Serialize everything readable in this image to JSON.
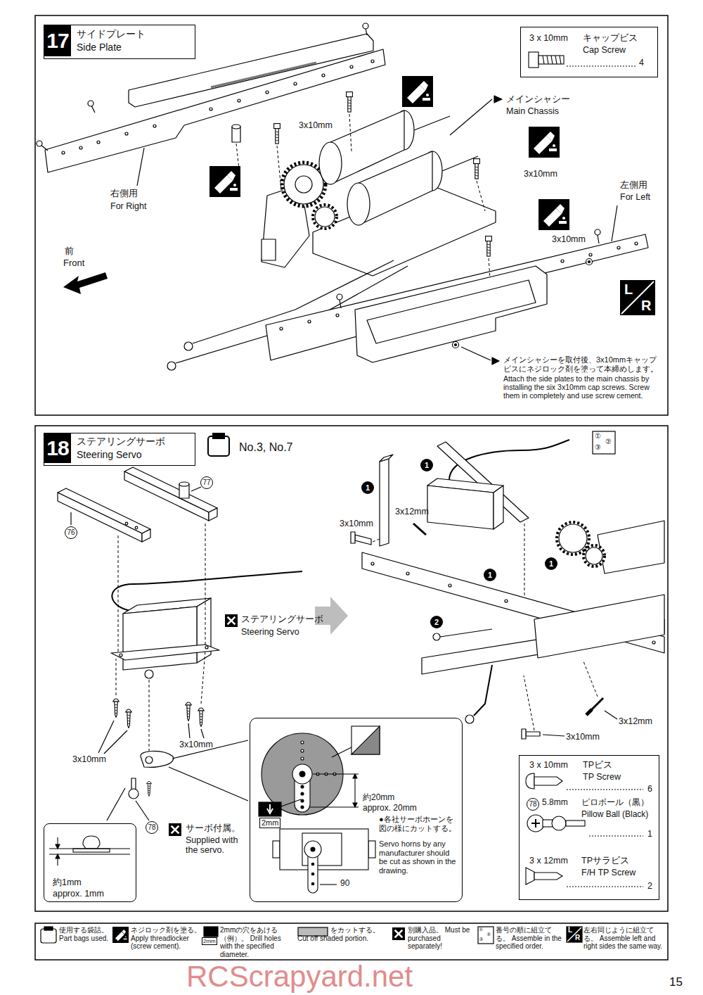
{
  "diagram": {
    "nodes": [
      {
        "text": [
          "17",
          "サイドプレート",
          "Side Plate"
        ]
      },
      {
        "text": [
          "3 x 10mm",
          "キャップビス",
          "Cap Screw",
          "4"
        ]
      },
      {
        "text": [
          "18",
          "ステアリングサーボ",
          "Steering Servo"
        ]
      },
      {
        "text": [
          "約1mm",
          "approx. 1mm"
        ]
      },
      {
        "text": [
          "約20mm",
          "approx. 20mm",
          "2mm",
          "90",
          "●各社サーボホーンを 図の様にカットする。",
          "Servo horns by any manufacturer should be cut as shown in the drawing."
        ]
      },
      {
        "text": [
          "3 x 10mm",
          "TPビス",
          "TP Screw",
          "6",
          "78",
          "5.8mm",
          "ピロボール（黒）",
          "Pillow Ball (Black)",
          "1",
          "3 x 12mm",
          "TPサラビス",
          "F/H TP Screw",
          "2"
        ]
      }
    ],
    "labels": [
      "3x10mm",
      "メインシャシー",
      "Main Chassis",
      "3x10mm",
      "右側用",
      "For Right",
      "左側用",
      "For Left",
      "前",
      "Front",
      "3x10mm",
      "L",
      "R",
      "メインシャシーを取付後、3x10mmキャップ ビスにネジロック剤を塗って本締めします。",
      "Attach the side plates to the main chassis by installing the six 3x10mm cap screws. Screw them in completely and use screw cement.",
      "No.3, No.7",
      "①",
      "②",
      "③",
      "77",
      "76",
      "ステアリングサーボ",
      "Steering Servo",
      "3x10mm",
      "3x10mm",
      "78",
      "サーボ付属。",
      "Supplied with the servo.",
      "1",
      "1",
      "3x10mm",
      "3x12mm",
      "1",
      "1",
      "2",
      "3x12mm",
      "3x10mm",
      "2mm",
      "L",
      "R",
      "①",
      "②",
      "③",
      "15",
      "RCScrapyard.net"
    ],
    "legend": [
      {
        "text": "使用する袋詰。 Part bags used."
      },
      {
        "text": "ネジロック剤を塗る。 Apply threadlocker (screw cement)."
      },
      {
        "text": "2mmの穴をあける（例）。 Drill holes with the specified diameter."
      },
      {
        "text": "をカットする。 Cut off shaded portion."
      },
      {
        "text": "別購入品。 Must be purchased separately!"
      },
      {
        "text": "番号の順に組立てる。 Assemble in the specified order."
      },
      {
        "text": "左右同じように組立てる。 Assemble left and right sides the same way."
      }
    ]
  }
}
